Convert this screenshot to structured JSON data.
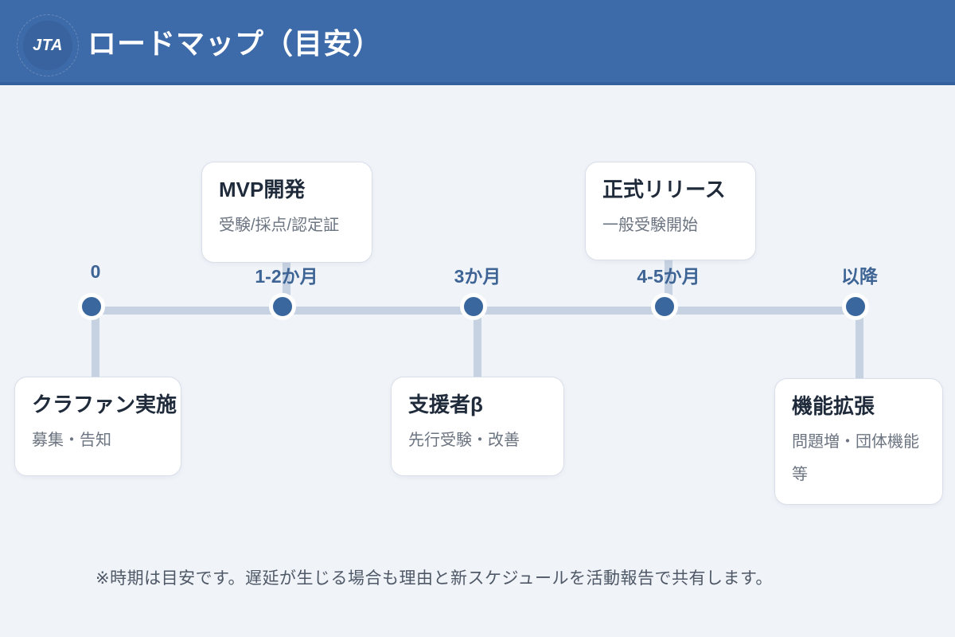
{
  "header": {
    "logo": "JTA",
    "title": "ロードマップ（目安）"
  },
  "timeline": {
    "labels": [
      "0",
      "1-2か月",
      "3か月",
      "4-5か月",
      "以降"
    ]
  },
  "milestones": {
    "top": [
      {
        "title": "MVP開発",
        "subtitle": "受験/採点/認定証"
      },
      {
        "title": "正式リリース",
        "subtitle": "一般受験開始"
      }
    ],
    "bottom": [
      {
        "title": "クラファン実施",
        "subtitle": "募集・告知"
      },
      {
        "title": "支援者β",
        "subtitle": "先行受験・改善"
      },
      {
        "title": "機能拡張",
        "subtitle": "問題増・団体機能 等"
      }
    ]
  },
  "footer": {
    "note": "※時期は目安です。遅延が生じる場合も理由と新スケジュールを活動報告で共有します。"
  },
  "colors": {
    "header_bg": "#3d6aa8",
    "header_edge": "#35609e",
    "page_bg": "#f0f3f8",
    "timeline_line": "#c6d2e1",
    "timeline_dot": "#3a689e",
    "timeline_label": "#3d6494",
    "card_title": "#1f2a3a",
    "card_subtitle": "#6b7480",
    "footer_text": "#4e5866"
  }
}
